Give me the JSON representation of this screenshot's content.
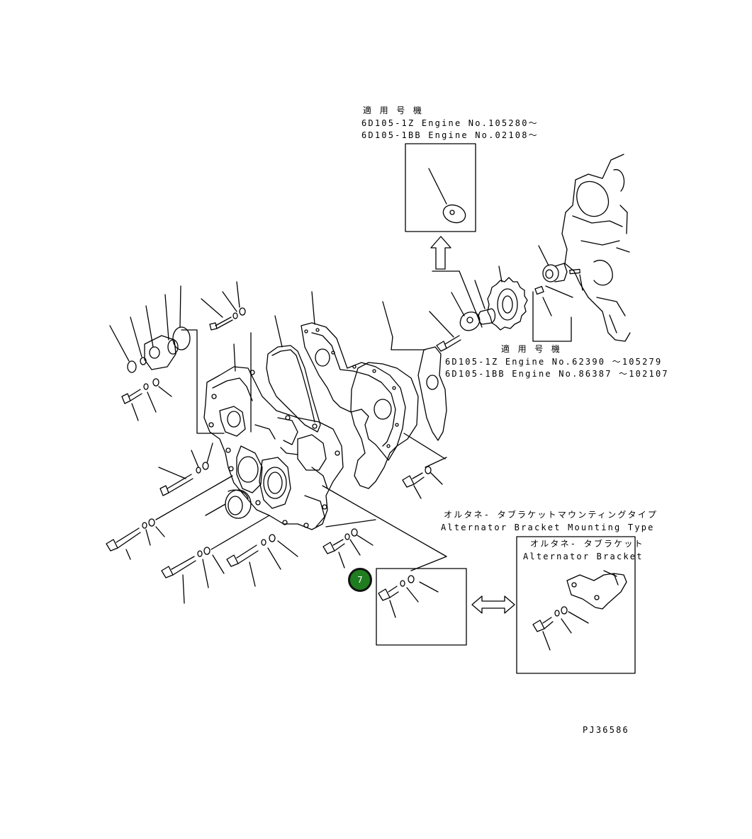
{
  "upper_note": {
    "heading": "適 用 号 機",
    "line1": "6D105-1Z  Engine No.105280〜",
    "line2": "6D105-1BB Engine No.02108〜"
  },
  "right_note": {
    "heading": "適 用 号 機",
    "line1": "6D105-1Z  Engine No.62390 〜105279",
    "line2": "6D105-1BB Engine No.86387 〜102107"
  },
  "mounting_type": {
    "label_jp": "オルタネ- タブラケットマウンティングタイプ",
    "label_en": "Alternator Bracket Mounting Type"
  },
  "alt_bracket_box": {
    "label_jp": "オルタネ- タブラケット",
    "label_en": "Alternator Bracket"
  },
  "callout": {
    "number": "7",
    "color": "#1f7d1f"
  },
  "drawing_id": "PJ36586"
}
